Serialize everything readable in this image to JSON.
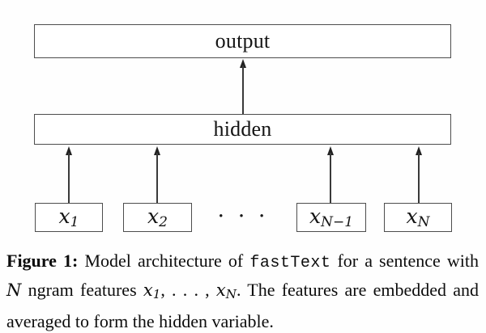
{
  "diagram": {
    "output_label": "output",
    "hidden_label": "hidden",
    "inputs": [
      {
        "base": "x",
        "sub": "1"
      },
      {
        "base": "x",
        "sub": "2"
      },
      {
        "base": "x",
        "sub": "N−1"
      },
      {
        "base": "x",
        "sub": "N"
      }
    ],
    "ellipsis": "· · ·"
  },
  "caption": {
    "line1": {
      "tag": "Figure 1:",
      "pre": " Model architecture of ",
      "code": "fastText",
      "post": " for a sentence with"
    },
    "line2": {
      "n": "N",
      "mid": " ngram features ",
      "x1": {
        "base": "x",
        "sub": "1"
      },
      "dots": ", . . . , ",
      "xN": {
        "base": "x",
        "sub": "N"
      },
      "end": ". The features are embedded and"
    },
    "line3": "averaged to form the hidden variable."
  },
  "colors": {
    "background": "#fefefe",
    "box_border": "#4d4d4d",
    "line": "#3a3a3a",
    "text": "#111111"
  }
}
